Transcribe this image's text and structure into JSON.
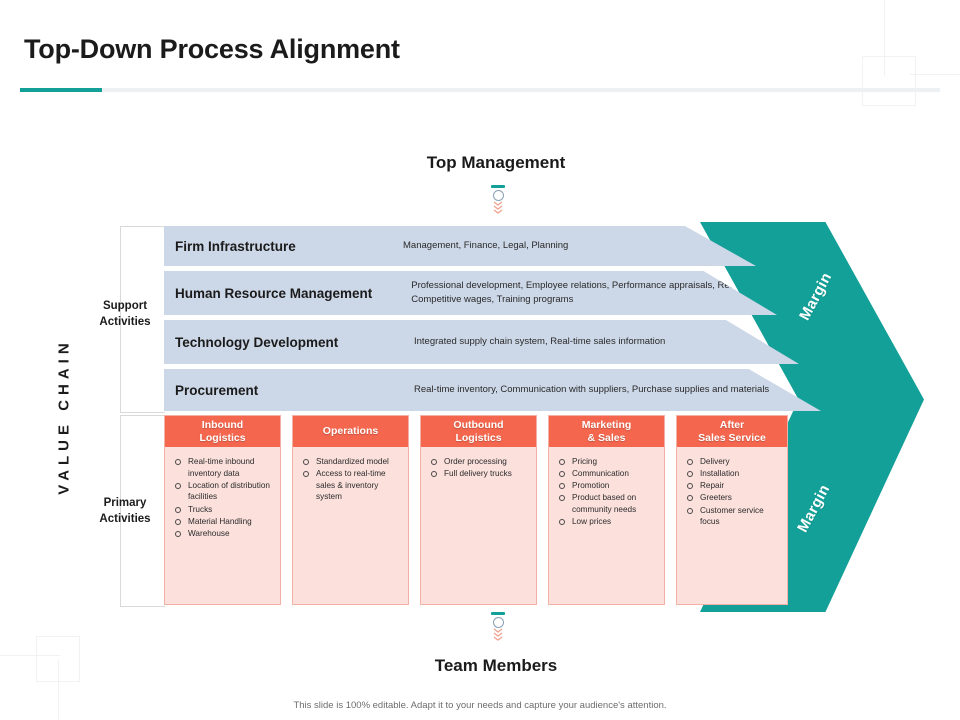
{
  "slide": {
    "title": "Top-Down Process Alignment",
    "top_caption": "Top Management",
    "bottom_caption": "Team Members",
    "vertical_label": "VALUE CHAIN",
    "footer": "This slide is 100% editable. Adapt it to your needs and capture your audience's attention.",
    "accent_color": "#12a099",
    "support_fill": "#ccd7e7",
    "primary_fill": "#fbe0dc",
    "primary_header_fill": "#f4674e"
  },
  "sections": {
    "support_label": "Support Activities",
    "primary_label": "Primary Activities"
  },
  "margin": {
    "label_top": "Margin",
    "label_bottom": "Margin"
  },
  "support_activities": [
    {
      "name": "Firm Infrastructure",
      "description": "Management,  Finance, Legal, Planning"
    },
    {
      "name": "Human Resource Management",
      "description": "Professional development, Employee  relations, Performance appraisals, Recruiting, Competitive  wages, Training programs"
    },
    {
      "name": "Technology Development",
      "description": "Integrated supply chain system, Real-time  sales information"
    },
    {
      "name": "Procurement",
      "description": "Real-time  inventory, Communication  with suppliers, Purchase supplies and materials"
    }
  ],
  "primary_activities": [
    {
      "title": "Inbound\nLogistics",
      "items": [
        "Real-time inbound inventory data",
        "Location of distribution facilities",
        "Trucks",
        "Material  Handling",
        "Warehouse"
      ]
    },
    {
      "title": "Operations",
      "items": [
        "Standardized model",
        "Access to real-time sales & inventory system"
      ]
    },
    {
      "title": "Outbound\nLogistics",
      "items": [
        "Order processing",
        "Full delivery trucks"
      ]
    },
    {
      "title": "Marketing\n& Sales",
      "items": [
        "Pricing",
        "Communication",
        "Promotion",
        "Product based on community needs",
        "Low prices"
      ]
    },
    {
      "title": "After\nSales Service",
      "items": [
        "Delivery",
        "Installation",
        "Repair",
        "Greeters",
        "Customer service focus"
      ]
    }
  ]
}
